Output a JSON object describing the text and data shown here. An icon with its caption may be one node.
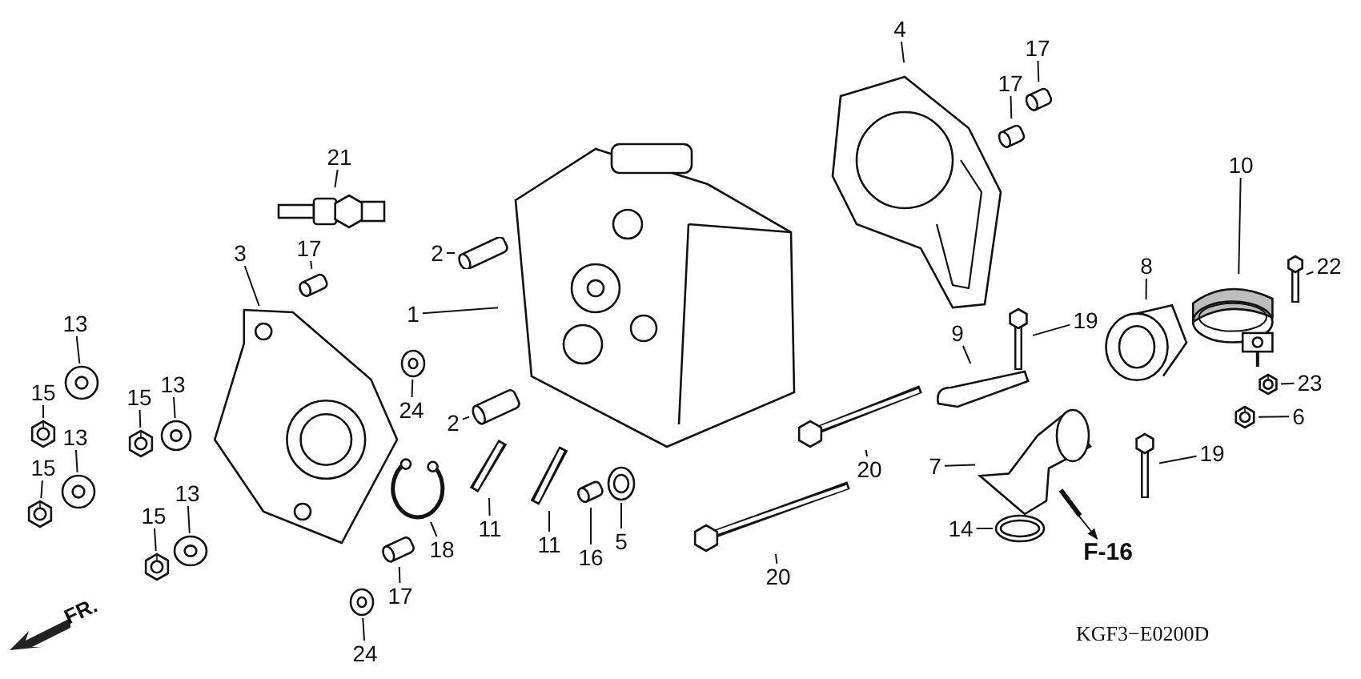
{
  "diagram": {
    "nodes": [
      {
        "text": [
          "21"
        ]
      },
      {
        "text": [],
        "shape": "picture"
      },
      {
        "text": [
          "3"
        ]
      },
      {
        "text": [],
        "shape": "picture"
      },
      {
        "text": [
          "17"
        ]
      },
      {
        "text": [],
        "shape": "picture"
      },
      {
        "text": [
          "15"
        ]
      },
      {
        "text": [],
        "shape": "picture"
      },
      {
        "text": [
          "13"
        ]
      },
      {
        "text": [],
        "shape": "picture"
      },
      {
        "text": [
          "15"
        ]
      },
      {
        "text": [],
        "shape": "picture"
      },
      {
        "text": [
          "13"
        ]
      },
      {
        "text": [],
        "shape": "picture"
      },
      {
        "text": [
          "15"
        ]
      },
      {
        "text": [],
        "shape": "picture"
      },
      {
        "text": [
          "13"
        ]
      },
      {
        "text": [],
        "shape": "picture"
      },
      {
        "text": [
          "15"
        ]
      },
      {
        "text": [],
        "shape": "picture"
      },
      {
        "text": [
          "13"
        ]
      },
      {
        "text": [],
        "shape": "picture"
      },
      {
        "text": [
          "24"
        ]
      },
      {
        "text": [],
        "shape": "picture"
      },
      {
        "text": [
          "18"
        ]
      },
      {
        "text": [],
        "shape": "picture"
      },
      {
        "text": [
          "17"
        ]
      },
      {
        "text": [],
        "shape": "picture"
      },
      {
        "text": [
          "24"
        ]
      },
      {
        "text": [],
        "shape": "picture"
      },
      {
        "text": [
          "1"
        ]
      },
      {
        "text": [],
        "shape": "picture"
      },
      {
        "text": [
          "2"
        ]
      },
      {
        "text": [],
        "shape": "picture"
      },
      {
        "text": [
          "2"
        ]
      },
      {
        "text": [],
        "shape": "picture"
      },
      {
        "text": [
          "11"
        ]
      },
      {
        "text": [],
        "shape": "picture"
      },
      {
        "text": [
          "11"
        ]
      },
      {
        "text": [],
        "shape": "picture"
      },
      {
        "text": [
          "16"
        ]
      },
      {
        "text": [],
        "shape": "picture"
      },
      {
        "text": [
          "5"
        ]
      },
      {
        "text": [],
        "shape": "picture"
      },
      {
        "text": [
          "4"
        ]
      },
      {
        "text": [],
        "shape": "picture"
      },
      {
        "text": [
          "17"
        ]
      },
      {
        "text": [],
        "shape": "picture"
      },
      {
        "text": [
          "17"
        ]
      },
      {
        "text": [],
        "shape": "picture"
      },
      {
        "text": [
          "10"
        ]
      },
      {
        "text": [],
        "shape": "picture"
      },
      {
        "text": [
          "22"
        ]
      },
      {
        "text": [],
        "shape": "picture"
      },
      {
        "text": [
          "8"
        ]
      },
      {
        "text": [],
        "shape": "picture"
      },
      {
        "text": [
          "19"
        ]
      },
      {
        "text": [],
        "shape": "picture"
      },
      {
        "text": [
          "9"
        ]
      },
      {
        "text": [],
        "shape": "picture"
      },
      {
        "text": [
          "23"
        ]
      },
      {
        "text": [],
        "shape": "picture"
      },
      {
        "text": [
          "6"
        ]
      },
      {
        "text": [],
        "shape": "picture"
      },
      {
        "text": [
          "7"
        ]
      },
      {
        "text": [],
        "shape": "picture"
      },
      {
        "text": [
          "19"
        ]
      },
      {
        "text": [],
        "shape": "picture"
      },
      {
        "text": [
          "14"
        ]
      },
      {
        "text": [],
        "shape": "picture"
      },
      {
        "text": [
          "20"
        ]
      },
      {
        "text": [],
        "shape": "picture"
      },
      {
        "text": [
          "20"
        ]
      },
      {
        "text": [],
        "shape": "picture"
      },
      {
        "text": [
          "F-16"
        ]
      }
    ],
    "edges": [
      {
        "from": 0,
        "to": 1,
        "arrow": "none"
      },
      {
        "from": 2,
        "to": 3,
        "arrow": "none"
      },
      {
        "from": 4,
        "to": 5,
        "arrow": "none"
      },
      {
        "from": 6,
        "to": 7,
        "arrow": "none"
      },
      {
        "from": 8,
        "to": 9,
        "arrow": "none"
      },
      {
        "from": 10,
        "to": 11,
        "arrow": "none"
      },
      {
        "from": 12,
        "to": 13,
        "arrow": "none"
      },
      {
        "from": 14,
        "to": 15,
        "arrow": "none"
      },
      {
        "from": 16,
        "to": 17,
        "arrow": "none"
      },
      {
        "from": 18,
        "to": 19,
        "arrow": "none"
      },
      {
        "from": 20,
        "to": 21,
        "arrow": "none"
      },
      {
        "from": 22,
        "to": 23,
        "arrow": "none"
      },
      {
        "from": 24,
        "to": 25,
        "arrow": "none"
      },
      {
        "from": 26,
        "to": 27,
        "arrow": "none"
      },
      {
        "from": 28,
        "to": 29,
        "arrow": "none"
      },
      {
        "from": 30,
        "to": 31,
        "arrow": "none"
      },
      {
        "from": 32,
        "to": 33,
        "arrow": "none"
      },
      {
        "from": 34,
        "to": 35,
        "arrow": "none"
      },
      {
        "from": 36,
        "to": 37,
        "arrow": "none"
      },
      {
        "from": 38,
        "to": 39,
        "arrow": "none"
      },
      {
        "from": 40,
        "to": 41,
        "arrow": "none"
      },
      {
        "from": 42,
        "to": 43,
        "arrow": "none"
      },
      {
        "from": 44,
        "to": 45,
        "arrow": "none"
      },
      {
        "from": 46,
        "to": 47,
        "arrow": "none"
      },
      {
        "from": 48,
        "to": 49,
        "arrow": "none"
      },
      {
        "from": 50,
        "to": 51,
        "arrow": "none"
      },
      {
        "from": 52,
        "to": 53,
        "arrow": "none"
      },
      {
        "from": 54,
        "to": 55,
        "arrow": "none"
      },
      {
        "from": 56,
        "to": 57,
        "arrow": "none"
      },
      {
        "from": 58,
        "to": 59,
        "arrow": "none"
      },
      {
        "from": 60,
        "to": 61,
        "arrow": "none"
      },
      {
        "from": 62,
        "to": 63,
        "arrow": "none"
      },
      {
        "from": 64,
        "to": 65,
        "arrow": "none"
      },
      {
        "from": 66,
        "to": 67,
        "arrow": "none"
      },
      {
        "from": 68,
        "to": 69,
        "arrow": "none"
      },
      {
        "from": 70,
        "to": 71,
        "arrow": "none"
      },
      {
        "from": 72,
        "to": 73,
        "arrow": "none"
      },
      {
        "from": 65,
        "to": 74,
        "arrow": "to"
      }
    ],
    "labels": [
      "FR.",
      "KGF3−E0200D"
    ]
  }
}
